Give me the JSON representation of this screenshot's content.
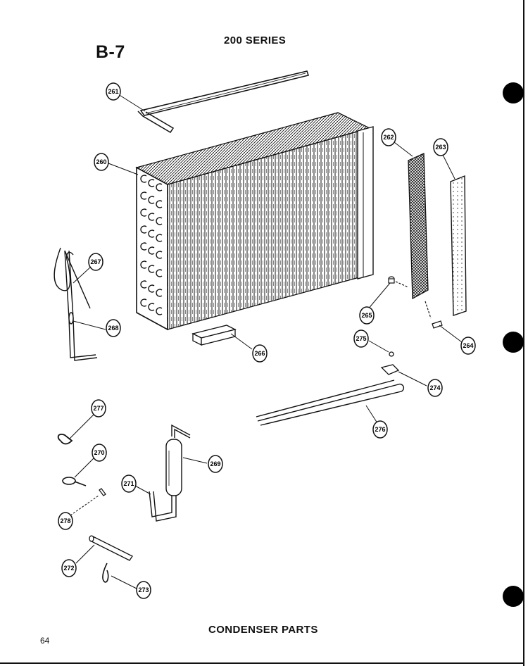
{
  "header": {
    "sheet_id": "B-7",
    "series": "200 SERIES"
  },
  "footer": {
    "caption": "CONDENSER PARTS",
    "page_number": "64"
  },
  "callouts": [
    {
      "id": "c261",
      "label": "261"
    },
    {
      "id": "c260",
      "label": "260"
    },
    {
      "id": "c262",
      "label": "262"
    },
    {
      "id": "c263",
      "label": "263"
    },
    {
      "id": "c267",
      "label": "267"
    },
    {
      "id": "c268",
      "label": "268"
    },
    {
      "id": "c265",
      "label": "265"
    },
    {
      "id": "c264",
      "label": "264"
    },
    {
      "id": "c266",
      "label": "266"
    },
    {
      "id": "c275",
      "label": "275"
    },
    {
      "id": "c274",
      "label": "274"
    },
    {
      "id": "c277",
      "label": "277"
    },
    {
      "id": "c276",
      "label": "276"
    },
    {
      "id": "c270",
      "label": "270"
    },
    {
      "id": "c269",
      "label": "269"
    },
    {
      "id": "c271",
      "label": "271"
    },
    {
      "id": "c278",
      "label": "278"
    },
    {
      "id": "c272",
      "label": "272"
    },
    {
      "id": "c273",
      "label": "273"
    }
  ],
  "colors": {
    "ink": "#111111",
    "paper": "#ffffff"
  }
}
